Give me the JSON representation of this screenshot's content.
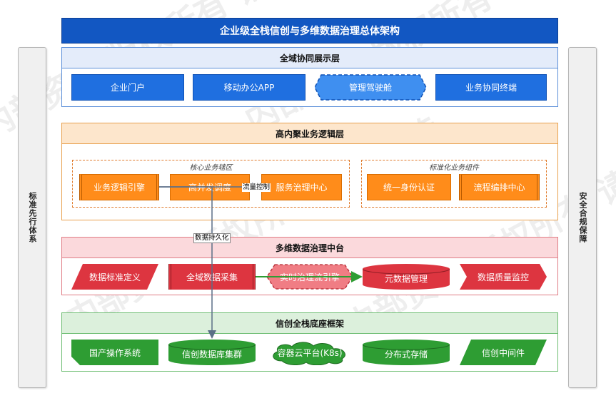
{
  "title": "企业级全栈信创与多维数据治理总体架构",
  "side_left": "标准先行体系",
  "side_right": "安全合规保障",
  "layers": {
    "presentation": {
      "header": "全域协同展示层",
      "items": [
        "企业门户",
        "移动办公APP",
        "管理驾驶舱",
        "业务协同终端"
      ]
    },
    "business": {
      "header": "高内聚业务逻辑层",
      "zone_core": "核心业务辖区",
      "zone_std": "标准化业务组件",
      "core_items": [
        "业务逻辑引擎",
        "高并发调度",
        "服务治理中心"
      ],
      "std_items": [
        "统一身份认证",
        "流程编排中心"
      ]
    },
    "data": {
      "header": "多维数据治理中台",
      "items": [
        "数据标准定义",
        "全域数据采集",
        "实时治理流引擎",
        "元数据管理",
        "数据质量监控"
      ]
    },
    "base": {
      "header": "信创全栈底座框架",
      "items": [
        "国产操作系统",
        "信创数据库集群",
        "容器云平台(K8s)",
        "分布式存储",
        "信创中间件"
      ]
    }
  },
  "edges": {
    "flow_control": "流量控制",
    "persistence": "数据持久化"
  },
  "watermark": "内部资料 版权所有 请勿外传",
  "colors": {
    "blue": "#1f6fe0",
    "orange": "#ff8c1a",
    "red": "#dd3540",
    "green": "#2e9d33",
    "title_bg": "#1257c2"
  }
}
